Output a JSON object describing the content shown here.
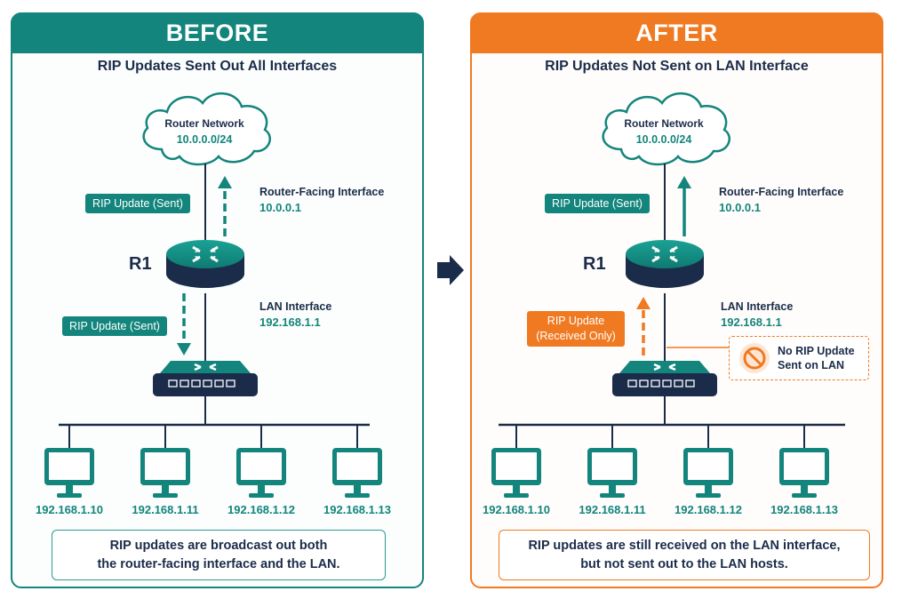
{
  "before": {
    "banner": "BEFORE",
    "subtitle": "RIP Updates Sent Out All Interfaces",
    "cloud": {
      "name": "Router Network",
      "ip": "10.0.0.0/24"
    },
    "router_label": "R1",
    "upper_interface": {
      "name": "Router-Facing Interface",
      "ip": "10.0.0.1"
    },
    "lan_interface": {
      "name": "LAN Interface",
      "ip": "192.168.1.1"
    },
    "up_label": "RIP Update (Sent)",
    "down_label": "RIP Update (Sent)",
    "hosts": [
      "192.168.1.10",
      "192.168.1.11",
      "192.168.1.12",
      "192.168.1.13"
    ],
    "caption_line1": "RIP updates are broadcast out both",
    "caption_line2": "the router-facing interface and the LAN."
  },
  "after": {
    "banner": "AFTER",
    "subtitle": "RIP Updates Not Sent on LAN Interface",
    "cloud": {
      "name": "Router Network",
      "ip": "10.0.0.0/24"
    },
    "router_label": "R1",
    "upper_interface": {
      "name": "Router-Facing Interface",
      "ip": "10.0.0.1"
    },
    "lan_interface": {
      "name": "LAN Interface",
      "ip": "192.168.1.1"
    },
    "up_label": "RIP Update (Sent)",
    "received_label_line1": "RIP Update",
    "received_label_line2": "(Received Only)",
    "warning_line1": "No RIP Update",
    "warning_line2": "Sent on LAN",
    "hosts": [
      "192.168.1.10",
      "192.168.1.11",
      "192.168.1.12",
      "192.168.1.13"
    ],
    "caption_line1": "RIP updates are still received on the LAN interface,",
    "caption_line2": "but not sent out to the LAN hosts."
  },
  "colors": {
    "teal": "#13857c",
    "orange": "#f07a22",
    "navy": "#1b2c4a"
  },
  "icons": [
    "cloud-icon",
    "router-icon",
    "switch-icon",
    "monitor-icon",
    "arrow-right-icon",
    "prohibited-icon"
  ]
}
